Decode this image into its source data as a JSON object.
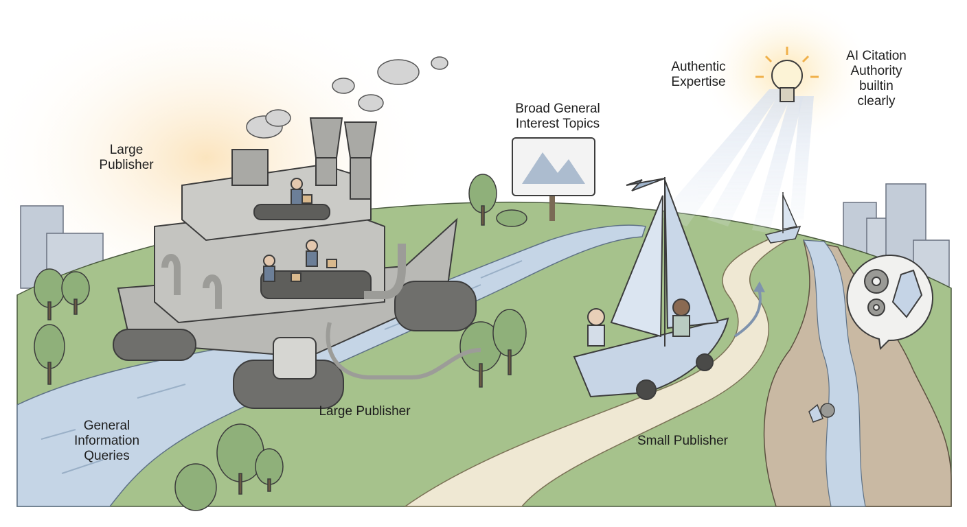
{
  "labels": {
    "large_publisher_top": [
      "Large",
      "Publisher"
    ],
    "general_queries": [
      "General",
      "Information",
      "Queries"
    ],
    "large_publisher_bottom": "Large Publisher",
    "broad_topics": [
      "Broad General",
      "Interest Topics"
    ],
    "authentic_expertise": [
      "Authentic",
      "Expertise"
    ],
    "ai_citation": [
      "AI Citation",
      "Authority",
      "builtin",
      "clearly"
    ],
    "small_publisher": "Small Publisher"
  },
  "colors": {
    "sky_glow": "#fbe6c2",
    "grass": "#a3c08a",
    "grass_dark": "#8fae77",
    "river": "#c3d3e3",
    "path": "#efe8d5",
    "machine": "#b7b7b3",
    "machine_dark": "#8f8f8b",
    "sail": "#c9d7e8",
    "building": "#c6cfdb",
    "outline": "#3c3c3c"
  },
  "icons": [
    "lightbulb-icon",
    "gear-icon",
    "crystal-icon",
    "mountain-icon"
  ]
}
